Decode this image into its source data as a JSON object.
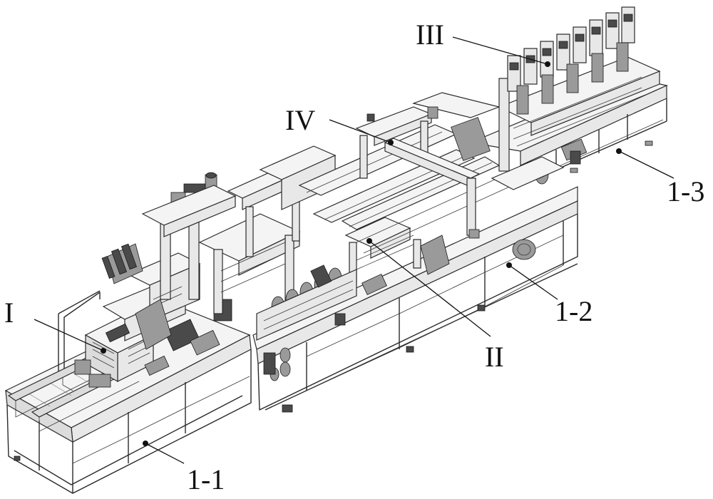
{
  "labels": {
    "I": "I",
    "II": "II",
    "III": "III",
    "IV": "IV",
    "frame_1_1": "1-1",
    "frame_1_2": "1-2",
    "frame_1_3": "1-3"
  },
  "colors": {
    "line": "#2a2a2a",
    "background": "#ffffff"
  }
}
